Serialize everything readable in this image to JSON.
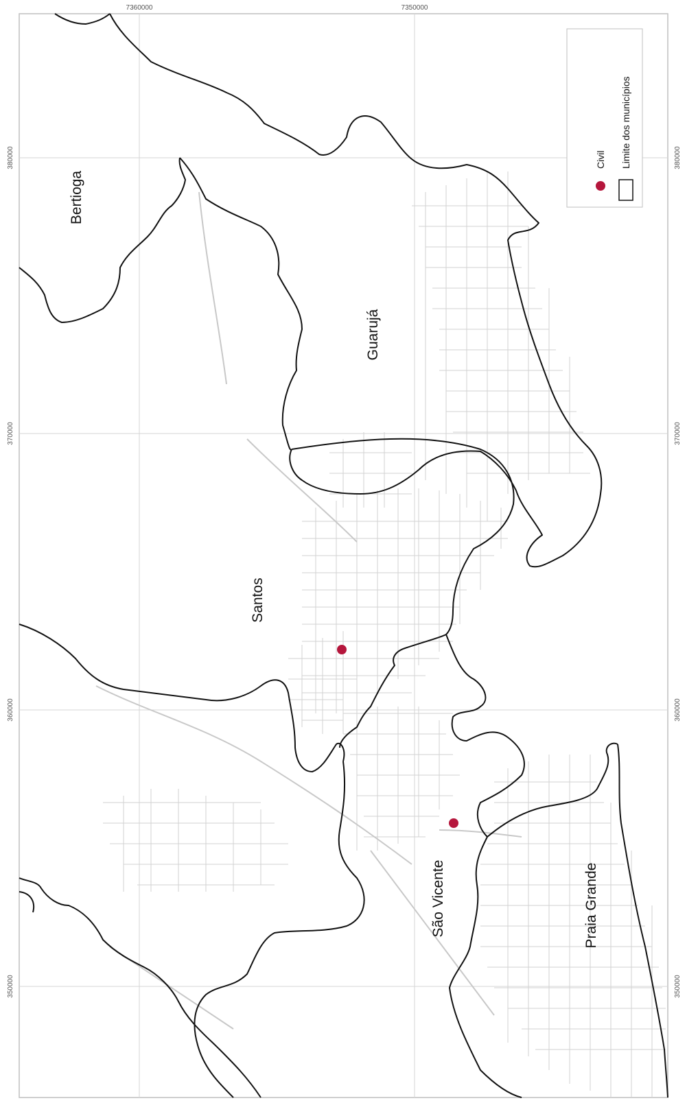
{
  "map": {
    "frame_color": "#bfbfbf",
    "grid_color": "#d4d4d4",
    "street_color": "#cfcfcf",
    "boundary_color": "#111111",
    "top_coordinates": [
      "7360000",
      "7350000"
    ],
    "left_coordinates": [
      "380000",
      "370000",
      "360000",
      "350000"
    ],
    "right_coordinates": [
      "380000",
      "370000",
      "360000",
      "350000"
    ],
    "municipalities": [
      {
        "id": "bertioga",
        "name": "Bertioga"
      },
      {
        "id": "guaruja",
        "name": "Guarujá"
      },
      {
        "id": "santos",
        "name": "Santos"
      },
      {
        "id": "sao-vicente",
        "name": "São Vicente"
      },
      {
        "id": "praia-grande",
        "name": "Praia Grande"
      }
    ],
    "markers": [
      {
        "type": "Civil",
        "color": "#b5163c"
      },
      {
        "type": "Civil",
        "color": "#b5163c"
      }
    ]
  },
  "legend": {
    "items": [
      {
        "label": "Civil",
        "symbol": "point",
        "color": "#b5163c"
      },
      {
        "label": "Limite dos municípios",
        "symbol": "polygon",
        "color": "#111111"
      }
    ]
  }
}
